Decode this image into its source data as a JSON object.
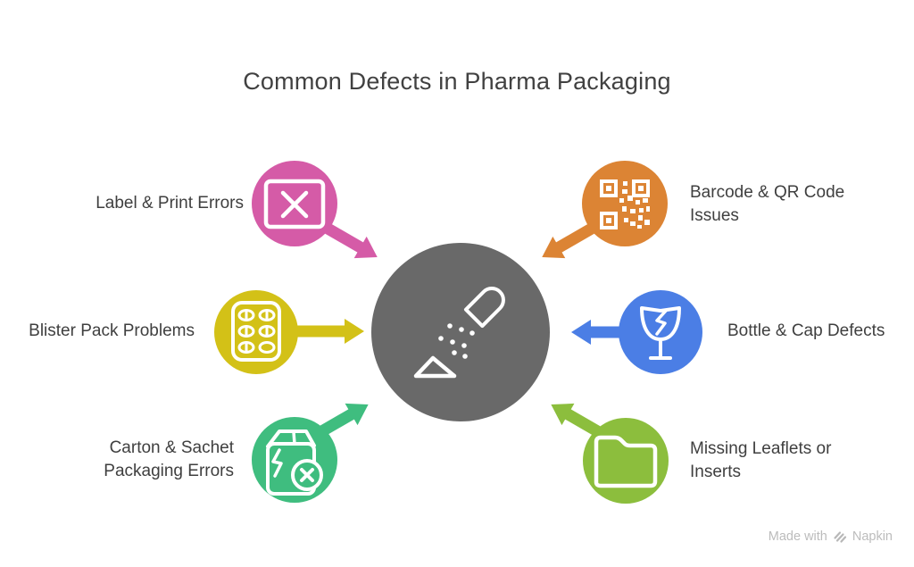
{
  "title": "Common Defects in Pharma Packaging",
  "center": {
    "name": "pharma-packaging-center",
    "icon": "pill-capsule-spill-icon",
    "color": "#696969"
  },
  "nodes": [
    {
      "id": "label-print-errors",
      "label": "Label & Print Errors",
      "icon": "label-x-icon",
      "color": "#d55ba7",
      "position": "top-left"
    },
    {
      "id": "barcode-qr-issues",
      "label": "Barcode & QR Code Issues",
      "icon": "qr-code-icon",
      "color": "#dc8434",
      "position": "top-right"
    },
    {
      "id": "blister-pack-problems",
      "label": "Blister Pack Problems",
      "icon": "blister-pack-icon",
      "color": "#d3c117",
      "position": "middle-left"
    },
    {
      "id": "bottle-cap-defects",
      "label": "Bottle & Cap Defects",
      "icon": "broken-glass-icon",
      "color": "#4b7ee5",
      "position": "middle-right"
    },
    {
      "id": "carton-sachet-errors",
      "label": "Carton & Sachet Packaging Errors",
      "icon": "damaged-carton-icon",
      "color": "#3fbd7f",
      "position": "bottom-left"
    },
    {
      "id": "missing-leaflets-inserts",
      "label": "Missing Leaflets or Inserts",
      "icon": "folder-icon",
      "color": "#8cbe3d",
      "position": "bottom-right"
    }
  ],
  "watermark": {
    "prefix": "Made with",
    "brand": "Napkin",
    "color": "#bcbcbc"
  }
}
